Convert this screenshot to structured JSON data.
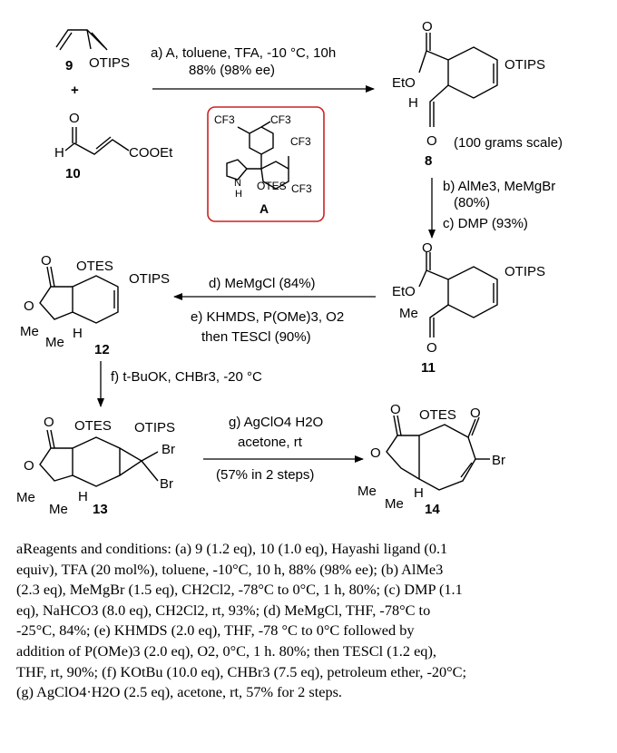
{
  "compounds": {
    "c9": {
      "id": "9",
      "group": "OTIPS"
    },
    "plus": "+",
    "c10": {
      "id": "10",
      "aldehyde_o": "O",
      "aldehyde_h": "H",
      "ester": "COOEt"
    },
    "c8": {
      "id": "8",
      "ester": "EtO",
      "tips": "OTIPS",
      "o_ester": "O",
      "o_ald": "O",
      "h": "H",
      "scale": "(100 grams scale)"
    },
    "catA": {
      "id": "A",
      "cf3_1": "CF3",
      "cf3_2": "CF3",
      "cf3_3": "CF3",
      "cf3_4": "CF3",
      "n": "N",
      "h": "H",
      "otes": "OTES"
    },
    "c11": {
      "id": "11",
      "ester": "EtO",
      "tips": "OTIPS",
      "o_ester": "O",
      "me": "Me",
      "o_ket": "O"
    },
    "c12": {
      "id": "12",
      "otes": "OTES",
      "tips": "OTIPS",
      "o_carb": "O",
      "o_ring": "O",
      "me1": "Me",
      "me2": "Me",
      "h": "H"
    },
    "c13": {
      "id": "13",
      "otes": "OTES",
      "tips": "OTIPS",
      "o_carb": "O",
      "o_ring": "O",
      "br1": "Br",
      "br2": "Br",
      "me1": "Me",
      "me2": "Me",
      "h": "H"
    },
    "c14": {
      "id": "14",
      "otes": "OTES",
      "o_carb": "O",
      "o_ring": "O",
      "o_ket": "O",
      "br": "Br",
      "me1": "Me",
      "me2": "Me",
      "h": "H"
    }
  },
  "steps": {
    "a_line1": "a) A, toluene, TFA, -10 °C, 10h",
    "a_line2": "88% (98% ee)",
    "b_line1": "b) AlMe3, MeMgBr",
    "b_line2": "(80%)",
    "c_line1": "c) DMP (93%)",
    "d_line1": "d) MeMgCl (84%)",
    "e_line1": "e) KHMDS, P(OMe)3, O2",
    "e_line2": "then TESCl (90%)",
    "f_line1": "f) t-BuOK, CHBr3, -20 °C",
    "g_line1": "g) AgClO4  H2O",
    "g_line2": "acetone, rt",
    "g_line3": "(57% in 2 steps)"
  },
  "footnote": [
    "aReagents and conditions: (a) 9 (1.2 eq), 10 (1.0 eq), Hayashi ligand (0.1",
    "equiv), TFA (20 mol%), toluene, -10°C, 10 h, 88% (98% ee); (b) AlMe3",
    "(2.3 eq), MeMgBr (1.5 eq), CH2Cl2, -78°C to 0°C, 1 h, 80%; (c) DMP (1.1",
    "eq), NaHCO3 (8.0 eq), CH2Cl2, rt, 93%; (d) MeMgCl, THF, -78°C to",
    "-25°C, 84%; (e) KHMDS (2.0 eq), THF, -78 °C to 0°C followed by",
    "addition of P(OMe)3 (2.0 eq), O2, 0°C, 1 h. 80%; then TESCl (1.2 eq),",
    "THF, rt, 90%; (f) KOtBu (10.0 eq), CHBr3 (7.5 eq), petroleum ether, -20°C;",
    "(g) AgClO4·H2O (2.5 eq), acetone, rt, 57% for 2 steps."
  ],
  "colors": {
    "catalyst_box": "#cc2222",
    "ink": "#000000"
  }
}
